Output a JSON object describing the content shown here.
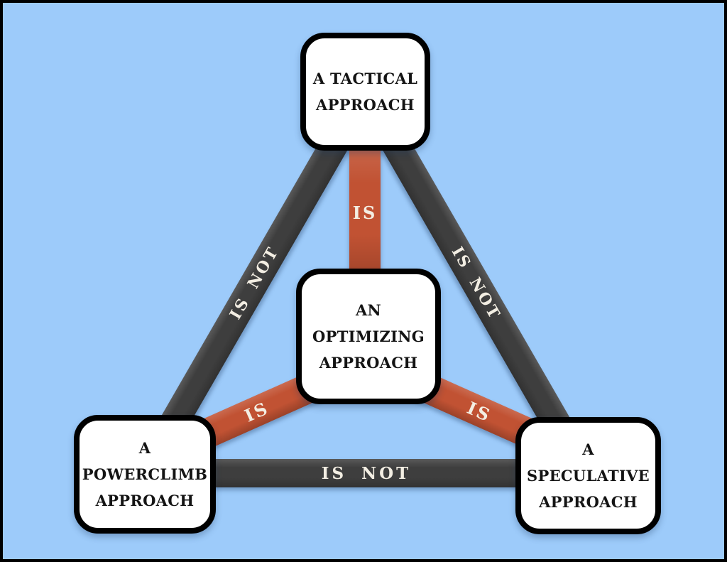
{
  "diagram": {
    "title": "approach-comparison-triangle",
    "nodes": {
      "top": {
        "line1": "A TACTICAL",
        "line2": "APPROACH"
      },
      "center": {
        "line1": "AN OPTIMIZING",
        "line2": "APPROACH"
      },
      "bottom_left": {
        "line1": "A POWERCLIMB",
        "line2": "APPROACH"
      },
      "bottom_right": {
        "line1": "A SPECULATIVE",
        "line2": "APPROACH"
      }
    },
    "edges": {
      "top_to_bottom_left": {
        "label": "IS NOT"
      },
      "top_to_bottom_right": {
        "label": "IS NOT"
      },
      "bottom_left_to_bottom_right": {
        "label": "IS NOT"
      },
      "center_to_top": {
        "label": "IS"
      },
      "center_to_bottom_left": {
        "label": "IS"
      },
      "center_to_bottom_right": {
        "label": "IS"
      }
    },
    "colors": {
      "background": "#9dcbfa",
      "is_not_bar": "#3e3e3e",
      "is_bar": "#c15233",
      "bar_label": "#f3eee3",
      "node_fill": "#ffffff",
      "node_border": "#000000",
      "node_text": "#141414"
    }
  }
}
